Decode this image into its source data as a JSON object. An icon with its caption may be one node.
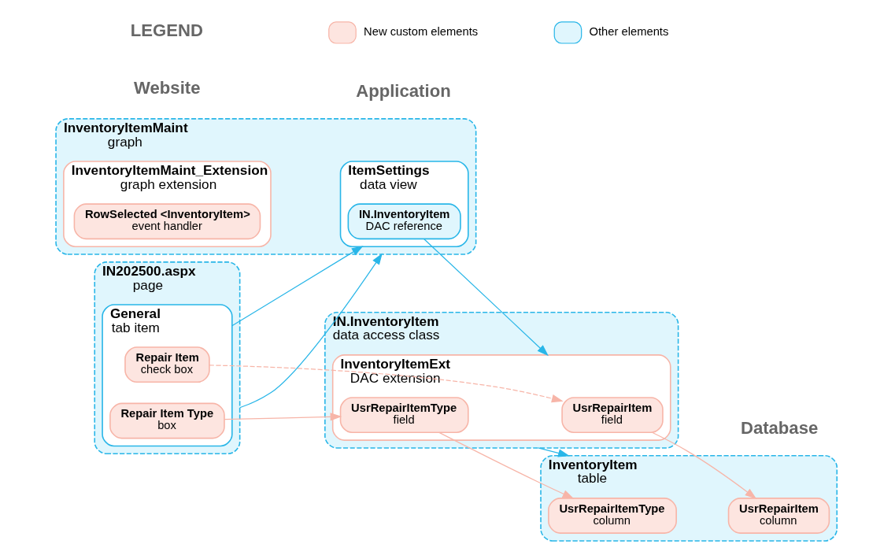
{
  "diagram": {
    "nodes": [
      {
        "text": [
          "IN202500.aspx",
          "page"
        ]
      },
      {
        "text": [
          "General",
          "tab item"
        ],
        "in": 0
      },
      {
        "text": [
          "Repair Item",
          "check box"
        ],
        "in": 1
      },
      {
        "text": [
          "Repair Item Type",
          "box"
        ],
        "in": 1
      },
      {
        "text": [
          "InventoryItemMaint",
          "graph"
        ]
      },
      {
        "text": [
          "ItemSettings",
          "data view"
        ],
        "in": 4
      },
      {
        "text": [
          "IN.InventoryItem",
          "DAC reference"
        ],
        "in": 5
      },
      {
        "text": [
          "InventoryItemMaint_Extension",
          "graph extension"
        ],
        "in": 4
      },
      {
        "text": [
          "RowSelected <InventoryItem>",
          "event handler"
        ],
        "in": 7
      },
      {
        "text": [
          "IN.InventoryItem",
          "data access class"
        ]
      },
      {
        "text": [
          "InventoryItemExt",
          "DAC extension"
        ],
        "in": 9
      },
      {
        "text": [
          "UsrRepairItem",
          "field"
        ],
        "in": 10
      },
      {
        "text": [
          "UsrRepairItemType",
          "field"
        ],
        "in": 10
      },
      {
        "text": [
          "InventoryItem",
          "table"
        ]
      },
      {
        "text": [
          "UsrRepairItem",
          "column"
        ],
        "in": 13
      },
      {
        "text": [
          "UsrRepairItemType",
          "column"
        ],
        "in": 13
      }
    ],
    "edges": [
      {
        "from": 0,
        "to": 4,
        "arrow": "to"
      },
      {
        "from": 1,
        "to": 5,
        "arrow": "to"
      },
      {
        "from": 6,
        "to": 10,
        "arrow": "to"
      },
      {
        "from": 9,
        "to": 13,
        "arrow": "to"
      },
      {
        "from": 2,
        "to": 11,
        "arrow": "to",
        "style": "dashed",
        "color": "#f7b5a8"
      },
      {
        "from": 3,
        "to": 12,
        "arrow": "to",
        "color": "#f7b5a8"
      },
      {
        "from": 11,
        "to": 14,
        "arrow": "to",
        "color": "#f7b5a8"
      },
      {
        "from": 12,
        "to": 15,
        "arrow": "to",
        "color": "#f7b5a8"
      }
    ],
    "labels": [
      "Website",
      "Application",
      "Database",
      "LEGEND"
    ],
    "legend": [
      {
        "text": "New custom elements",
        "color": "#fde5e0"
      },
      {
        "text": "Other elements",
        "color": "#e0f6fd"
      }
    ]
  }
}
